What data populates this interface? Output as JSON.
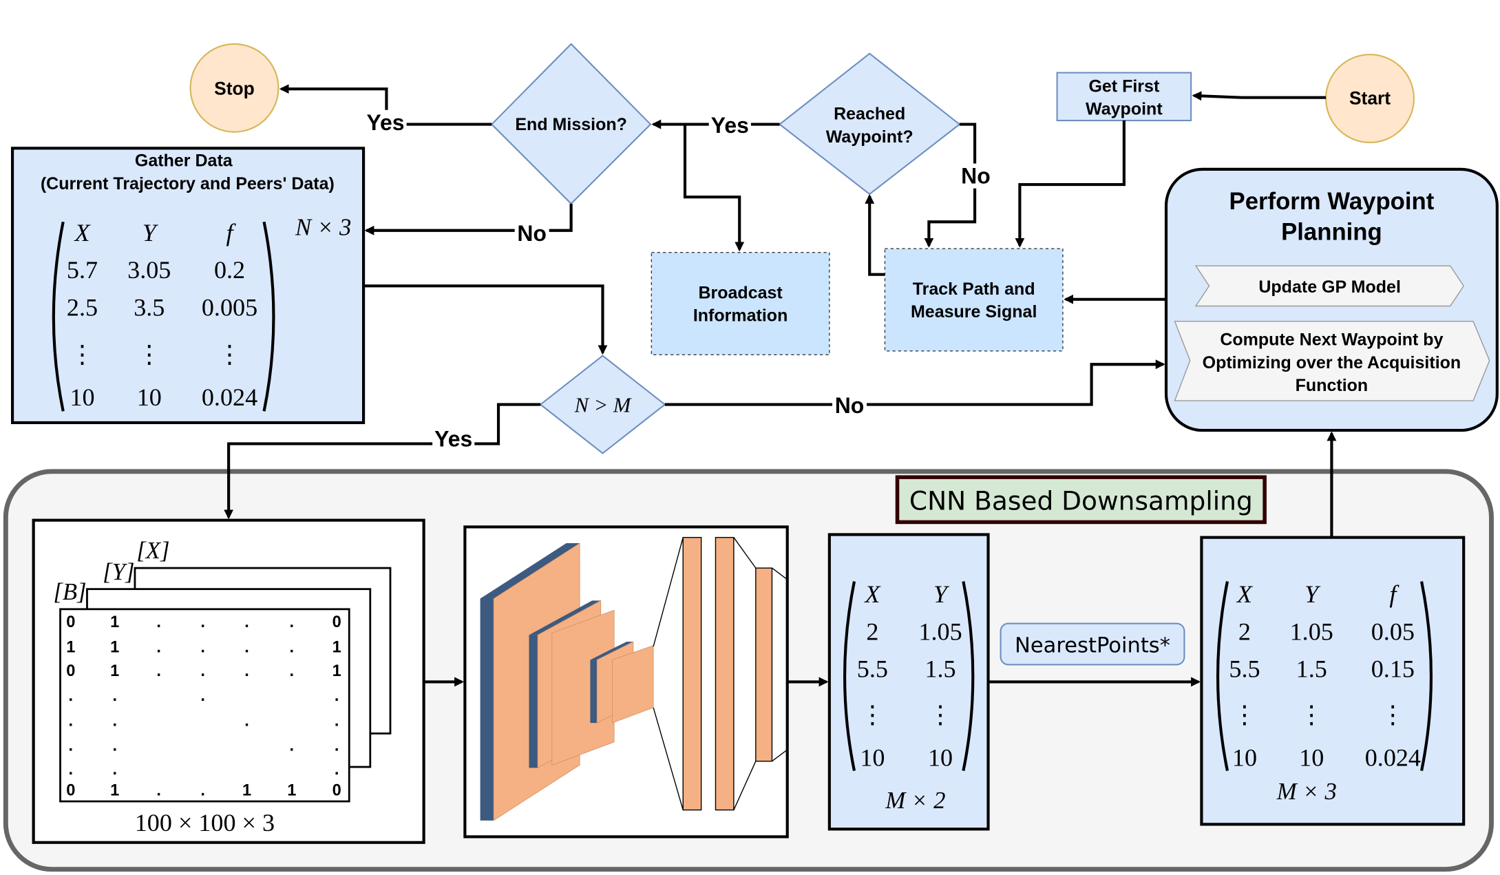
{
  "nodes": {
    "start": "Start",
    "stop": "Stop",
    "get_first_waypoint": [
      "Get First",
      "Waypoint"
    ],
    "reached_waypoint": [
      "Reached",
      "Waypoint?"
    ],
    "end_mission": "End Mission?",
    "broadcast": [
      "Broadcast",
      "Information"
    ],
    "track_path": [
      "Track Path and",
      "Measure Signal"
    ],
    "gather_data": [
      "Gather Data",
      "(Current Trajectory and Peers' Data)"
    ],
    "perform_planning": [
      "Perform Waypoint",
      "Planning"
    ],
    "update_gp": "Update GP Model",
    "compute_next": [
      "Compute Next Waypoint by",
      "Optimizing over the Acquisition",
      "Function"
    ],
    "decision_nm": "N > M",
    "cnn_title": "CNN Based Downsampling",
    "nearest_points": "NearestPoints*"
  },
  "edges": {
    "yes_stop": "Yes",
    "yes_end": "Yes",
    "no_end": "No",
    "no_reached": "No",
    "yes_nm": "Yes",
    "no_nm": "No"
  },
  "gather_matrix": {
    "headers": [
      "X",
      "Y",
      "f"
    ],
    "rows": [
      [
        "5.7",
        "3.05",
        "0.2"
      ],
      [
        "2.5",
        "3.5",
        "0.005"
      ],
      [
        "⋮",
        "⋮",
        "⋮"
      ],
      [
        "10",
        "10",
        "0.024"
      ]
    ],
    "dims": "N × 3"
  },
  "grid": {
    "layers": [
      "[X]",
      "[Y]",
      "[B]"
    ],
    "rows": [
      [
        "0",
        "1",
        ".",
        ".",
        ".",
        ".",
        "0"
      ],
      [
        "1",
        "1",
        ".",
        ".",
        ".",
        ".",
        "1"
      ],
      [
        "0",
        "1",
        ".",
        ".",
        ".",
        ".",
        "1"
      ],
      [
        ".",
        ".",
        "",
        ".",
        "",
        "",
        "."
      ],
      [
        ".",
        ".",
        "",
        "",
        ".",
        "",
        "."
      ],
      [
        ".",
        ".",
        "",
        "",
        "",
        ".",
        "."
      ],
      [
        ".",
        ".",
        "",
        "",
        "",
        "",
        "."
      ],
      [
        "0",
        "1",
        ".",
        ".",
        "1",
        "1",
        "0"
      ]
    ],
    "dims": "100 × 100 × 3"
  },
  "m2_matrix": {
    "headers": [
      "X",
      "Y"
    ],
    "rows": [
      [
        "2",
        "1.05"
      ],
      [
        "5.5",
        "1.5"
      ],
      [
        "⋮",
        "⋮"
      ],
      [
        "10",
        "10"
      ]
    ],
    "dims": "M × 2"
  },
  "m3_matrix": {
    "headers": [
      "X",
      "Y",
      "f"
    ],
    "rows": [
      [
        "2",
        "1.05",
        "0.05"
      ],
      [
        "5.5",
        "1.5",
        "0.15"
      ],
      [
        "⋮",
        "⋮",
        "⋮"
      ],
      [
        "10",
        "10",
        "0.024"
      ]
    ],
    "dims": "M × 3"
  },
  "colors": {
    "node_blue": "#dae8fc",
    "node_orange": "#ffe6cc",
    "node_orange_stroke": "#d6b656",
    "cnn_panel": "#f5f5f5",
    "cnn_title_bg": "#d5e8d4",
    "cnn_title_border": "#330000",
    "layer_orange": "#f5b183",
    "layer_dark": "#3d5a80"
  }
}
